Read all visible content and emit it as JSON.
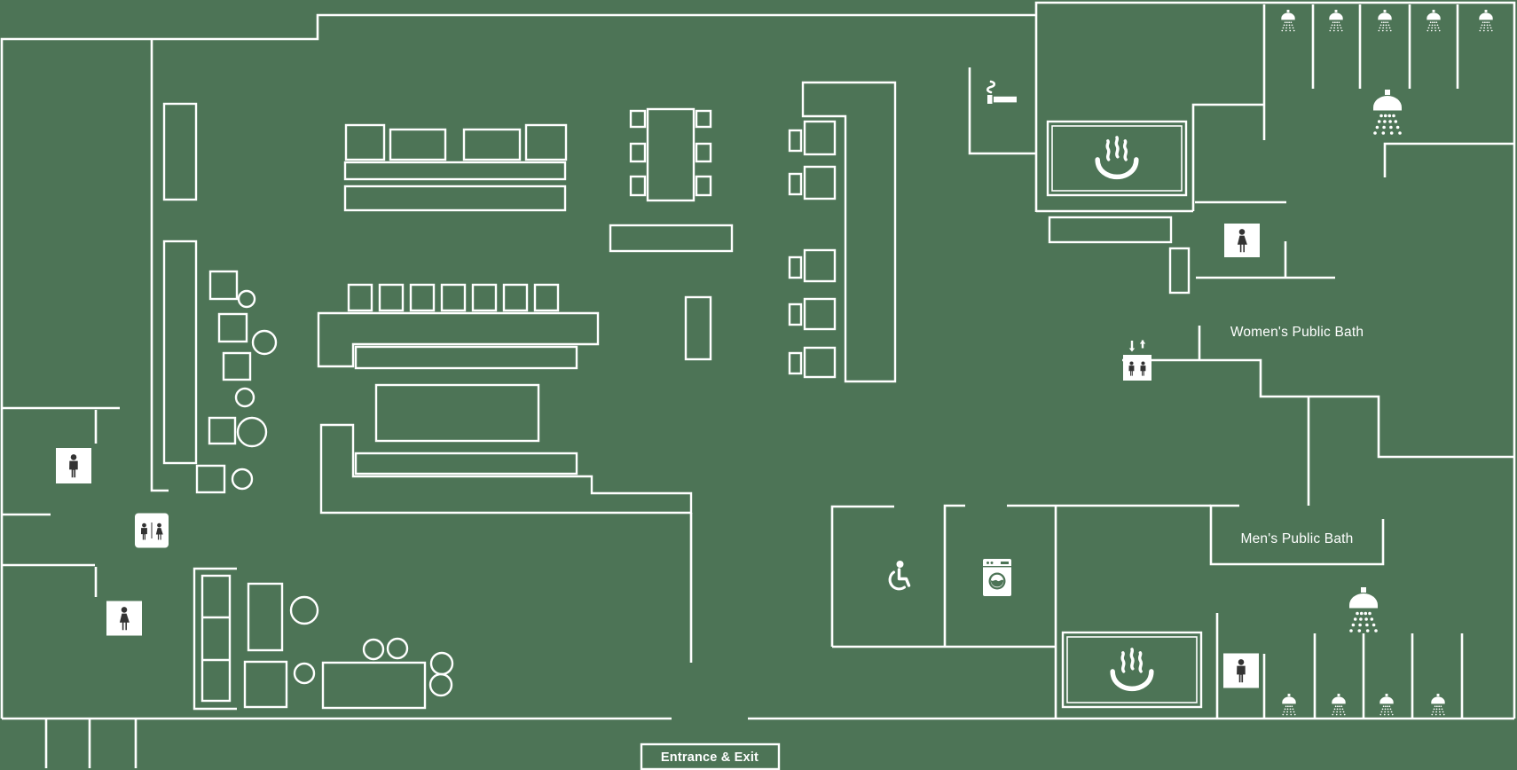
{
  "floor_plan": {
    "type": "bathhouse-floor-map",
    "background_color": "#4d7456",
    "line_color": "#ffffff",
    "pictogram_color": "#333333",
    "labels": {
      "womens_public_bath": "Women's Public Bath",
      "mens_public_bath": "Men's Public Bath",
      "entrance_exit": "Entrance & Exit"
    },
    "icons": {
      "hot-spring-icon": {
        "description": "hot spring bath symbol (steam rising over bowl)",
        "count": 2
      },
      "shower-icon": {
        "description": "shower head with water spray",
        "count": 11
      },
      "mens-toilet-icon": {
        "description": "man pictogram on white square",
        "count": 2
      },
      "womens-toilet-icon": {
        "description": "woman pictogram on white square",
        "count": 2
      },
      "unisex-toilet-icon": {
        "description": "man and woman pictograms on white square",
        "count": 1
      },
      "elevator-icon": {
        "description": "two people in a box with up and down arrows",
        "count": 1
      },
      "accessible-toilet-icon": {
        "description": "wheelchair user pictogram",
        "count": 1
      },
      "laundry-icon": {
        "description": "washing machine pictogram",
        "count": 1
      },
      "smoking-area-icon": {
        "description": "cigarette with smoke",
        "count": 1
      }
    }
  }
}
